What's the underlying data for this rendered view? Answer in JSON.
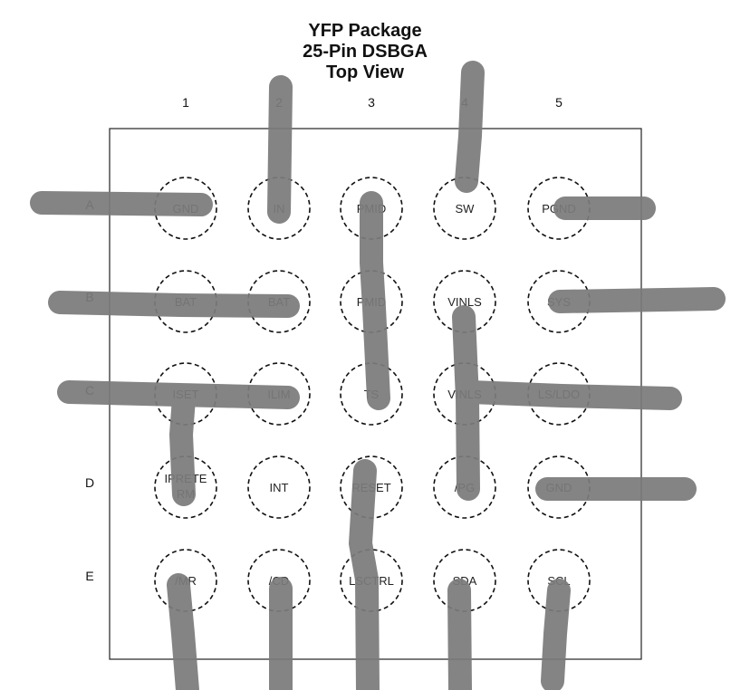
{
  "title": {
    "line1": "YFP Package",
    "line2": "25-Pin DSBGA",
    "line3": "Top View"
  },
  "columns": [
    "1",
    "2",
    "3",
    "4",
    "5"
  ],
  "rows": [
    "A",
    "B",
    "C",
    "D",
    "E"
  ],
  "pins": [
    [
      "GND",
      "IN",
      "PMID",
      "SW",
      "PGND"
    ],
    [
      "BAT",
      "BAT",
      "PMID",
      "VINLS",
      "SYS"
    ],
    [
      "ISET",
      "ILIM",
      "TS",
      "VINLS",
      "LS/LDO"
    ],
    [
      [
        "IPRETE",
        "RM"
      ],
      "INT",
      "RESET",
      "/PG",
      "GND"
    ],
    [
      "/MR",
      "/CD",
      "LSCTRL",
      "SDA",
      "SCL"
    ]
  ],
  "colors": {
    "ink": "#111111",
    "annotation": "#7b7b7b"
  }
}
